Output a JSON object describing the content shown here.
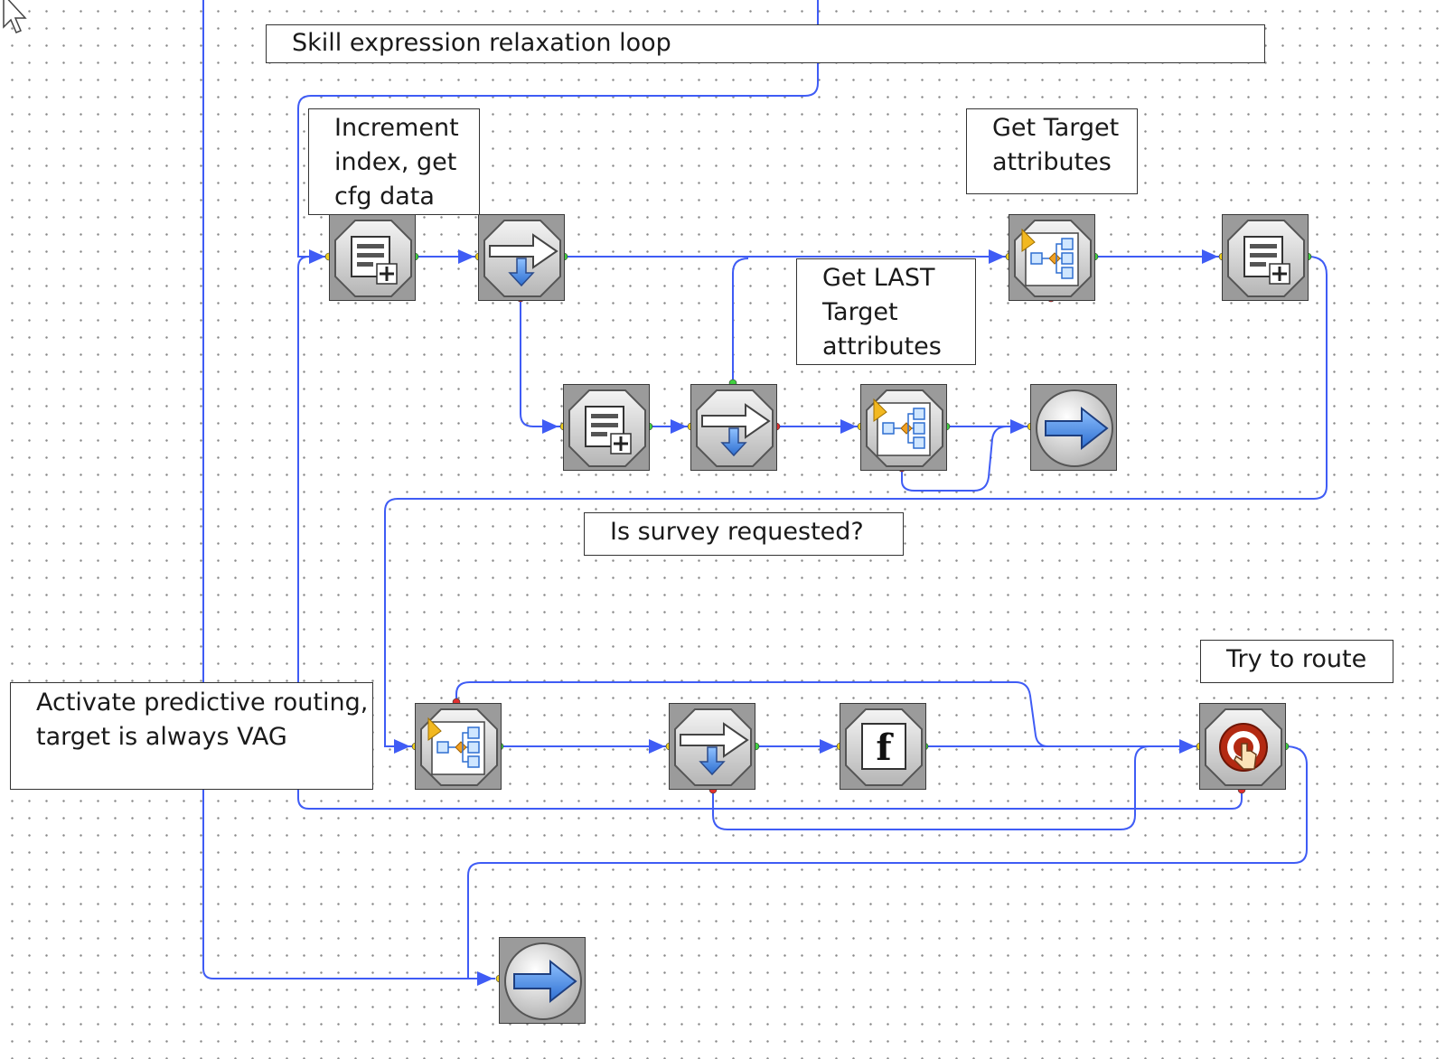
{
  "canvas": {
    "background": "#ffffff",
    "grid_dot_color": "#8a8a8a",
    "connector_color": "#3f5cf5"
  },
  "labels": {
    "skill_loop": "Skill expression relaxation loop",
    "increment": [
      "Increment",
      "index, get",
      "cfg data"
    ],
    "get_target": [
      "Get Target",
      "attributes"
    ],
    "get_last_target": [
      "Get LAST",
      "Target",
      "attributes"
    ],
    "survey": "Is survey requested?",
    "try_route": "Try to route",
    "activate": [
      "Activate predictive routing,",
      "target is always VAG"
    ]
  },
  "nodes": [
    {
      "id": "assign-1",
      "icon": "assign-plus-icon"
    },
    {
      "id": "branch-1",
      "icon": "branch-arrow-icon"
    },
    {
      "id": "target-lookup-1",
      "icon": "target-tree-icon"
    },
    {
      "id": "assign-2",
      "icon": "assign-plus-icon"
    },
    {
      "id": "assign-3",
      "icon": "assign-plus-icon"
    },
    {
      "id": "branch-2",
      "icon": "branch-arrow-icon"
    },
    {
      "id": "target-lookup-2",
      "icon": "target-tree-icon"
    },
    {
      "id": "exit-1",
      "icon": "exit-arrow-icon"
    },
    {
      "id": "target-lookup-3",
      "icon": "target-tree-icon"
    },
    {
      "id": "branch-3",
      "icon": "branch-arrow-icon"
    },
    {
      "id": "function-1",
      "icon": "function-f-icon",
      "glyph": "f"
    },
    {
      "id": "route-1",
      "icon": "route-target-icon"
    },
    {
      "id": "exit-2",
      "icon": "exit-arrow-icon"
    }
  ]
}
